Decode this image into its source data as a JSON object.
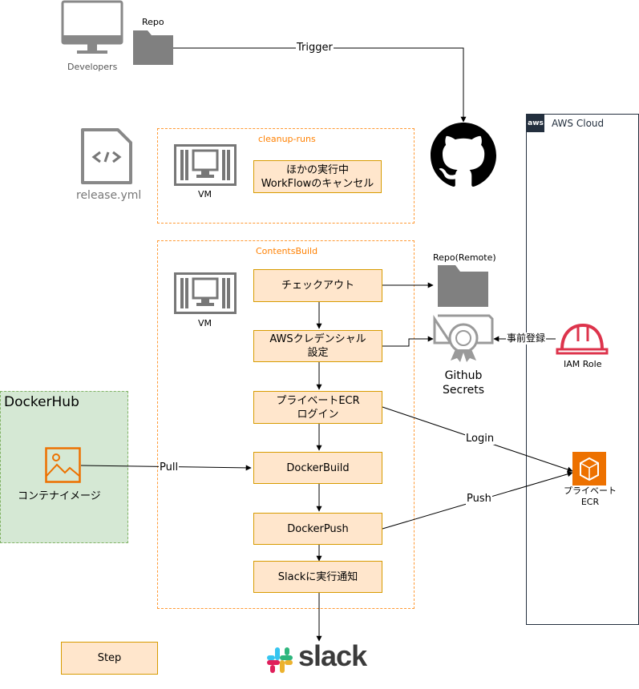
{
  "developers": {
    "label": "Developers",
    "repo_label": "Repo"
  },
  "edges": {
    "trigger": "Trigger",
    "pull": "Pull",
    "login": "Login",
    "push": "Push",
    "preregister": "事前登録"
  },
  "workflow_file": {
    "label": "release.yml"
  },
  "cleanup_group": {
    "title": "cleanup-runs",
    "vm_label": "VM",
    "step": "ほかの実行中\nWorkFlowのキャンセル"
  },
  "build_group": {
    "title": "ContentsBuild",
    "vm_label": "VM",
    "steps": {
      "checkout": "チェックアウト",
      "aws_creds": "AWSクレデンシャル\n設定",
      "ecr_login": "プライベートECR\nログイン",
      "docker_build": "DockerBuild",
      "docker_push": "DockerPush",
      "slack_notify": "Slackに実行通知"
    }
  },
  "remote_repo": {
    "label": "Repo(Remote)"
  },
  "github_secrets": {
    "label": "Github\nSecrets"
  },
  "dockerhub": {
    "title": "DockerHub",
    "image_label": "コンテナイメージ"
  },
  "aws": {
    "title": "AWS Cloud",
    "badge": "aws",
    "iam_role": "IAM Role",
    "ecr": "プライベート\nECR"
  },
  "slack": {
    "wordmark": "slack"
  },
  "legend": {
    "step": "Step"
  },
  "colors": {
    "step_fill": "#ffe6cc",
    "step_border": "#d79b00",
    "group_border": "#ff9933",
    "dockerhub_fill": "#d5e8d4",
    "dockerhub_border": "#82b366",
    "ecr_orange": "#ed7100",
    "iam_red": "#dd344c",
    "icon_gray": "#7a7a7a"
  }
}
